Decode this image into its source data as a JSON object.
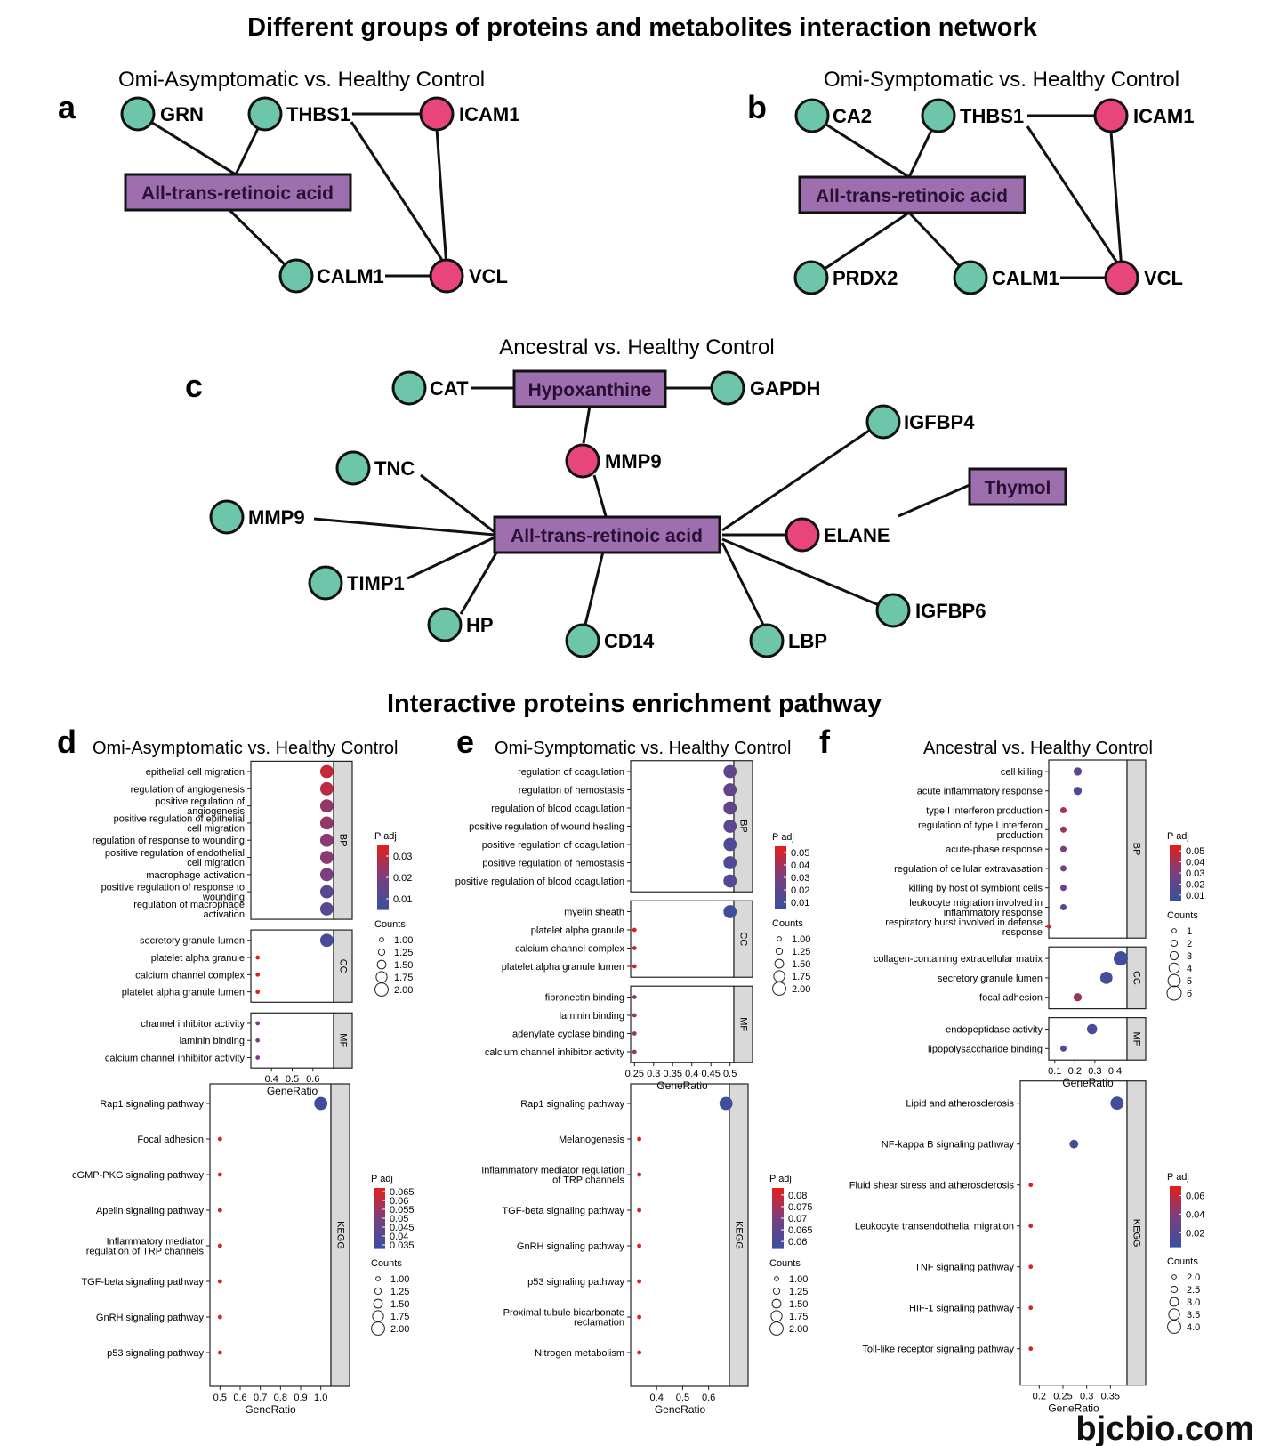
{
  "figure_title": "Different groups of proteins and metabolites interaction network",
  "enrichment_title": "Interactive proteins enrichment pathway",
  "watermark": "bjcbio.com",
  "colors": {
    "protein": "#6ec6aa",
    "up_protein": "#e8457a",
    "metabolite": "#9d6faf",
    "strip": "#d9d9d9"
  },
  "networks": [
    {
      "letter": "a",
      "title": "Omi-Asymptomatic vs. Healthy Control",
      "metabolites": [
        {
          "id": "atra",
          "label": "All-trans-retinoic acid"
        }
      ],
      "nodes": [
        {
          "id": "grn",
          "label": "GRN",
          "kind": "protein"
        },
        {
          "id": "thbs1",
          "label": "THBS1",
          "kind": "protein"
        },
        {
          "id": "icam1",
          "label": "ICAM1",
          "kind": "up"
        },
        {
          "id": "calm1",
          "label": "CALM1",
          "kind": "protein"
        },
        {
          "id": "vcl",
          "label": "VCL",
          "kind": "up"
        }
      ]
    },
    {
      "letter": "b",
      "title": "Omi-Symptomatic vs. Healthy Control",
      "metabolites": [
        {
          "id": "atra",
          "label": "All-trans-retinoic acid"
        }
      ],
      "nodes": [
        {
          "id": "ca2",
          "label": "CA2",
          "kind": "protein"
        },
        {
          "id": "thbs1",
          "label": "THBS1",
          "kind": "protein"
        },
        {
          "id": "icam1",
          "label": "ICAM1",
          "kind": "up"
        },
        {
          "id": "prdx2",
          "label": "PRDX2",
          "kind": "protein"
        },
        {
          "id": "calm1",
          "label": "CALM1",
          "kind": "protein"
        },
        {
          "id": "vcl",
          "label": "VCL",
          "kind": "up"
        }
      ]
    },
    {
      "letter": "c",
      "title": "Ancestral vs. Healthy Control",
      "metabolites": [
        {
          "id": "hypo",
          "label": "Hypoxanthine"
        },
        {
          "id": "atra",
          "label": "All-trans-retinoic acid"
        },
        {
          "id": "thymol",
          "label": "Thymol"
        }
      ],
      "nodes": [
        {
          "id": "cat",
          "label": "CAT",
          "kind": "protein"
        },
        {
          "id": "gapdh",
          "label": "GAPDH",
          "kind": "protein"
        },
        {
          "id": "mmp9a",
          "label": "MMP9",
          "kind": "up"
        },
        {
          "id": "igfbp4",
          "label": "IGFBP4",
          "kind": "protein"
        },
        {
          "id": "tnc",
          "label": "TNC",
          "kind": "protein"
        },
        {
          "id": "mmp9b",
          "label": "MMP9",
          "kind": "protein"
        },
        {
          "id": "elane",
          "label": "ELANE",
          "kind": "up"
        },
        {
          "id": "timp1",
          "label": "TIMP1",
          "kind": "protein"
        },
        {
          "id": "igfbp6",
          "label": "IGFBP6",
          "kind": "protein"
        },
        {
          "id": "hp",
          "label": "HP",
          "kind": "protein"
        },
        {
          "id": "cd14",
          "label": "CD14",
          "kind": "protein"
        },
        {
          "id": "lbp",
          "label": "LBP",
          "kind": "protein"
        }
      ]
    }
  ],
  "chart_data": [
    {
      "type": "scatter",
      "letter": "d",
      "title": "Omi-Asymptomatic vs. Healthy Control",
      "xlabel": "GeneRatio",
      "xlim": [
        0.3,
        0.7
      ],
      "xticks": [
        0.4,
        0.5,
        0.6
      ],
      "padj_ticks": [
        0.01,
        0.02,
        0.03
      ],
      "padj_range": [
        0.005,
        0.035
      ],
      "counts_ticks": [
        1.0,
        1.25,
        1.5,
        1.75,
        2.0
      ],
      "counts_range": [
        1,
        2
      ],
      "legend_title_padj": "P adj",
      "legend_title_counts": "Counts",
      "groups": [
        {
          "name": "BP",
          "rows": [
            {
              "term": "epithelial cell migration",
              "x": 0.667,
              "padj": 0.031,
              "count": 2
            },
            {
              "term": "regulation of angiogenesis",
              "x": 0.667,
              "padj": 0.029,
              "count": 2
            },
            {
              "term": "positive regulation of angiogenesis",
              "x": 0.667,
              "padj": 0.024,
              "count": 2
            },
            {
              "term": "positive regulation of epithelial cell migration",
              "x": 0.667,
              "padj": 0.024,
              "count": 2
            },
            {
              "term": "regulation of response to wounding",
              "x": 0.667,
              "padj": 0.022,
              "count": 2
            },
            {
              "term": "positive regulation of endothelial cell migration",
              "x": 0.667,
              "padj": 0.022,
              "count": 2
            },
            {
              "term": "macrophage activation",
              "x": 0.667,
              "padj": 0.02,
              "count": 2
            },
            {
              "term": "positive regulation of response to wounding",
              "x": 0.667,
              "padj": 0.012,
              "count": 2
            },
            {
              "term": "regulation of macrophage activation",
              "x": 0.667,
              "padj": 0.012,
              "count": 2
            }
          ]
        },
        {
          "name": "CC",
          "rows": [
            {
              "term": "secretory granule lumen",
              "x": 0.667,
              "padj": 0.008,
              "count": 2
            },
            {
              "term": "platelet alpha granule",
              "x": 0.333,
              "padj": 0.034,
              "count": 1
            },
            {
              "term": "calcium channel complex",
              "x": 0.333,
              "padj": 0.034,
              "count": 1
            },
            {
              "term": "platelet alpha granule lumen",
              "x": 0.333,
              "padj": 0.034,
              "count": 1
            }
          ]
        },
        {
          "name": "MF",
          "rows": [
            {
              "term": "channel inhibitor activity",
              "x": 0.333,
              "padj": 0.02,
              "count": 1
            },
            {
              "term": "laminin binding",
              "x": 0.333,
              "padj": 0.02,
              "count": 1
            },
            {
              "term": "calcium channel inhibitor activity",
              "x": 0.333,
              "padj": 0.02,
              "count": 1
            }
          ]
        }
      ]
    },
    {
      "type": "scatter",
      "letter": "e",
      "title": "Omi-Symptomatic vs. Healthy Control",
      "xlabel": "GeneRatio",
      "xlim": [
        0.24,
        0.51
      ],
      "xticks": [
        0.25,
        0.3,
        0.35,
        0.4,
        0.45,
        0.5
      ],
      "padj_ticks": [
        0.01,
        0.02,
        0.03,
        0.04,
        0.05
      ],
      "padj_range": [
        0.005,
        0.055
      ],
      "counts_ticks": [
        1.0,
        1.25,
        1.5,
        1.75,
        2.0
      ],
      "counts_range": [
        1,
        2
      ],
      "legend_title_padj": "P adj",
      "legend_title_counts": "Counts",
      "groups": [
        {
          "name": "BP",
          "rows": [
            {
              "term": "regulation of coagulation",
              "x": 0.5,
              "padj": 0.02,
              "count": 2
            },
            {
              "term": "regulation of hemostasis",
              "x": 0.5,
              "padj": 0.02,
              "count": 2
            },
            {
              "term": "regulation of blood coagulation",
              "x": 0.5,
              "padj": 0.02,
              "count": 2
            },
            {
              "term": "positive regulation of wound healing",
              "x": 0.5,
              "padj": 0.018,
              "count": 2
            },
            {
              "term": "positive regulation of coagulation",
              "x": 0.5,
              "padj": 0.012,
              "count": 2
            },
            {
              "term": "positive regulation of hemostasis",
              "x": 0.5,
              "padj": 0.012,
              "count": 2
            },
            {
              "term": "positive regulation of blood coagulation",
              "x": 0.5,
              "padj": 0.015,
              "count": 2
            }
          ]
        },
        {
          "name": "CC",
          "rows": [
            {
              "term": "myelin sheath",
              "x": 0.5,
              "padj": 0.008,
              "count": 2
            },
            {
              "term": "platelet alpha granule",
              "x": 0.25,
              "padj": 0.052,
              "count": 1
            },
            {
              "term": "calcium channel complex",
              "x": 0.25,
              "padj": 0.052,
              "count": 1
            },
            {
              "term": "platelet alpha granule lumen",
              "x": 0.25,
              "padj": 0.052,
              "count": 1
            }
          ]
        },
        {
          "name": "MF",
          "rows": [
            {
              "term": "fibronectin binding",
              "x": 0.25,
              "padj": 0.035,
              "count": 1
            },
            {
              "term": "laminin binding",
              "x": 0.25,
              "padj": 0.035,
              "count": 1
            },
            {
              "term": "adenylate cyclase binding",
              "x": 0.25,
              "padj": 0.035,
              "count": 1
            },
            {
              "term": "calcium channel inhibitor activity",
              "x": 0.25,
              "padj": 0.035,
              "count": 1
            }
          ]
        }
      ]
    },
    {
      "type": "scatter",
      "letter": "f",
      "title": "Ancestral vs. Healthy Control",
      "xlabel": "GeneRatio",
      "xlim": [
        0.07,
        0.46
      ],
      "xticks": [
        0.1,
        0.2,
        0.3,
        0.4
      ],
      "padj_ticks": [
        0.01,
        0.02,
        0.03,
        0.04,
        0.05
      ],
      "padj_range": [
        0.005,
        0.055
      ],
      "counts_ticks": [
        1,
        2,
        3,
        4,
        5,
        6
      ],
      "counts_range": [
        1,
        6
      ],
      "legend_title_padj": "P adj",
      "legend_title_counts": "Counts",
      "groups": [
        {
          "name": "BP",
          "rows": [
            {
              "term": "cell killing",
              "x": 0.214,
              "padj": 0.018,
              "count": 3
            },
            {
              "term": "acute inflammatory response",
              "x": 0.214,
              "padj": 0.012,
              "count": 3
            },
            {
              "term": "type I interferon production",
              "x": 0.143,
              "padj": 0.04,
              "count": 2
            },
            {
              "term": "regulation of type I interferon production",
              "x": 0.143,
              "padj": 0.038,
              "count": 2
            },
            {
              "term": "acute-phase response",
              "x": 0.143,
              "padj": 0.03,
              "count": 2
            },
            {
              "term": "regulation of cellular extravasation",
              "x": 0.143,
              "padj": 0.025,
              "count": 2
            },
            {
              "term": "killing by host of symbiont cells",
              "x": 0.143,
              "padj": 0.022,
              "count": 2
            },
            {
              "term": "leukocyte migration involved in inflammatory response",
              "x": 0.143,
              "padj": 0.018,
              "count": 2
            },
            {
              "term": "respiratory burst involved in defense response",
              "x": 0.071,
              "padj": 0.05,
              "count": 1
            }
          ]
        },
        {
          "name": "CC",
          "rows": [
            {
              "term": "collagen-containing extracellular matrix",
              "x": 0.429,
              "padj": 0.006,
              "count": 6
            },
            {
              "term": "secretory granule lumen",
              "x": 0.357,
              "padj": 0.008,
              "count": 5
            },
            {
              "term": "focal adhesion",
              "x": 0.214,
              "padj": 0.038,
              "count": 3
            }
          ]
        },
        {
          "name": "MF",
          "rows": [
            {
              "term": "endopeptidase activity",
              "x": 0.286,
              "padj": 0.012,
              "count": 4
            },
            {
              "term": "lipopolysaccharide binding",
              "x": 0.143,
              "padj": 0.012,
              "count": 2
            }
          ]
        }
      ]
    },
    {
      "type": "scatter",
      "letter": "d-kegg",
      "xlabel": "GeneRatio",
      "xlim": [
        0.45,
        1.05
      ],
      "xticks": [
        0.5,
        0.6,
        0.7,
        0.8,
        0.9,
        1.0
      ],
      "padj_ticks": [
        0.035,
        0.04,
        0.045,
        0.05,
        0.055,
        0.06,
        0.065
      ],
      "padj_range": [
        0.033,
        0.067
      ],
      "counts_ticks": [
        1.0,
        1.25,
        1.5,
        1.75,
        2.0
      ],
      "counts_range": [
        1,
        2
      ],
      "legend_title_padj": "P adj",
      "legend_title_counts": "Counts",
      "groups": [
        {
          "name": "KEGG",
          "rows": [
            {
              "term": "Rap1 signaling pathway",
              "x": 1.0,
              "padj": 0.035,
              "count": 2
            },
            {
              "term": "Focal adhesion",
              "x": 0.5,
              "padj": 0.065,
              "count": 1
            },
            {
              "term": "cGMP-PKG signaling pathway",
              "x": 0.5,
              "padj": 0.065,
              "count": 1
            },
            {
              "term": "Apelin signaling pathway",
              "x": 0.5,
              "padj": 0.065,
              "count": 1
            },
            {
              "term": "Inflammatory mediator regulation of TRP channels",
              "x": 0.5,
              "padj": 0.065,
              "count": 1
            },
            {
              "term": "TGF-beta signaling pathway",
              "x": 0.5,
              "padj": 0.065,
              "count": 1
            },
            {
              "term": "GnRH signaling pathway",
              "x": 0.5,
              "padj": 0.065,
              "count": 1
            },
            {
              "term": "p53 signaling pathway",
              "x": 0.5,
              "padj": 0.065,
              "count": 1
            }
          ]
        }
      ]
    },
    {
      "type": "scatter",
      "letter": "e-kegg",
      "xlabel": "GeneRatio",
      "xlim": [
        0.3,
        0.68
      ],
      "xticks": [
        0.4,
        0.5,
        0.6
      ],
      "padj_ticks": [
        0.06,
        0.065,
        0.07,
        0.075,
        0.08
      ],
      "padj_range": [
        0.057,
        0.083
      ],
      "counts_ticks": [
        1.0,
        1.25,
        1.5,
        1.75,
        2.0
      ],
      "counts_range": [
        1,
        2
      ],
      "legend_title_padj": "P adj",
      "legend_title_counts": "Counts",
      "groups": [
        {
          "name": "KEGG",
          "rows": [
            {
              "term": "Rap1 signaling pathway",
              "x": 0.667,
              "padj": 0.058,
              "count": 2
            },
            {
              "term": "Melanogenesis",
              "x": 0.333,
              "padj": 0.082,
              "count": 1
            },
            {
              "term": "Inflammatory mediator regulation of TRP channels",
              "x": 0.333,
              "padj": 0.082,
              "count": 1
            },
            {
              "term": "TGF-beta signaling pathway",
              "x": 0.333,
              "padj": 0.082,
              "count": 1
            },
            {
              "term": "GnRH signaling pathway",
              "x": 0.333,
              "padj": 0.082,
              "count": 1
            },
            {
              "term": "p53 signaling pathway",
              "x": 0.333,
              "padj": 0.082,
              "count": 1
            },
            {
              "term": "Proximal tubule bicarbonate reclamation",
              "x": 0.333,
              "padj": 0.082,
              "count": 1
            },
            {
              "term": "Nitrogen metabolism",
              "x": 0.333,
              "padj": 0.082,
              "count": 1
            }
          ]
        }
      ]
    },
    {
      "type": "scatter",
      "letter": "f-kegg",
      "xlabel": "GeneRatio",
      "xlim": [
        0.16,
        0.385
      ],
      "xticks": [
        0.2,
        0.25,
        0.3,
        0.35
      ],
      "padj_ticks": [
        0.02,
        0.04,
        0.06
      ],
      "padj_range": [
        0.005,
        0.07
      ],
      "counts_ticks": [
        2.0,
        2.5,
        3.0,
        3.5,
        4.0
      ],
      "counts_range": [
        2,
        4
      ],
      "legend_title_padj": "P adj",
      "legend_title_counts": "Counts",
      "groups": [
        {
          "name": "KEGG",
          "rows": [
            {
              "term": "Lipid and atherosclerosis",
              "x": 0.364,
              "padj": 0.008,
              "count": 4
            },
            {
              "term": "NF-kappa B signaling pathway",
              "x": 0.273,
              "padj": 0.01,
              "count": 3
            },
            {
              "term": "Fluid shear stress and atherosclerosis",
              "x": 0.182,
              "padj": 0.066,
              "count": 2
            },
            {
              "term": "Leukocyte transendothelial migration",
              "x": 0.182,
              "padj": 0.066,
              "count": 2
            },
            {
              "term": "TNF signaling pathway",
              "x": 0.182,
              "padj": 0.066,
              "count": 2
            },
            {
              "term": "HIF-1 signaling pathway",
              "x": 0.182,
              "padj": 0.066,
              "count": 2
            },
            {
              "term": "Toll-like receptor signaling pathway",
              "x": 0.182,
              "padj": 0.066,
              "count": 2
            }
          ]
        }
      ]
    }
  ]
}
